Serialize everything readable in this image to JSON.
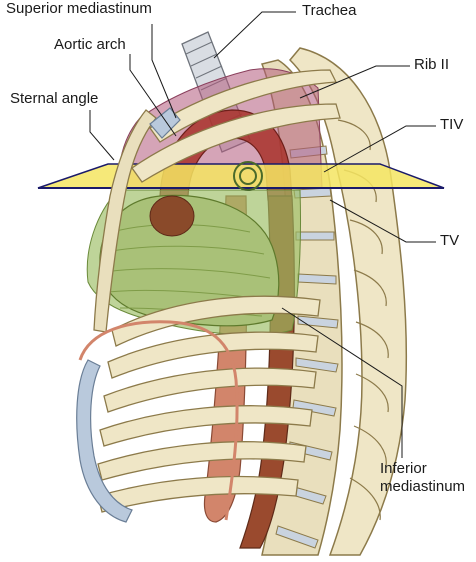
{
  "labels": {
    "superior_mediastinum": "Superior mediastinum",
    "trachea": "Trachea",
    "aortic_arch": "Aortic arch",
    "rib_ii": "Rib II",
    "sternal_angle": "Sternal angle",
    "tiv": "TIV",
    "tv": "TV",
    "inferior_mediastinum_line1": "Inferior",
    "inferior_mediastinum_line2": "mediastinum"
  },
  "colors": {
    "bone": "#efe6c6",
    "bone_outline": "#8c7a4a",
    "cartilage": "#b9c9dc",
    "superior_mediastinum": "#b35a7c",
    "inferior_mediastinum": "#9bbd62",
    "plane": "#f4e562",
    "aorta": "#9a4a2e",
    "heart": "#a9c178",
    "esophagus": "#d2856b"
  }
}
